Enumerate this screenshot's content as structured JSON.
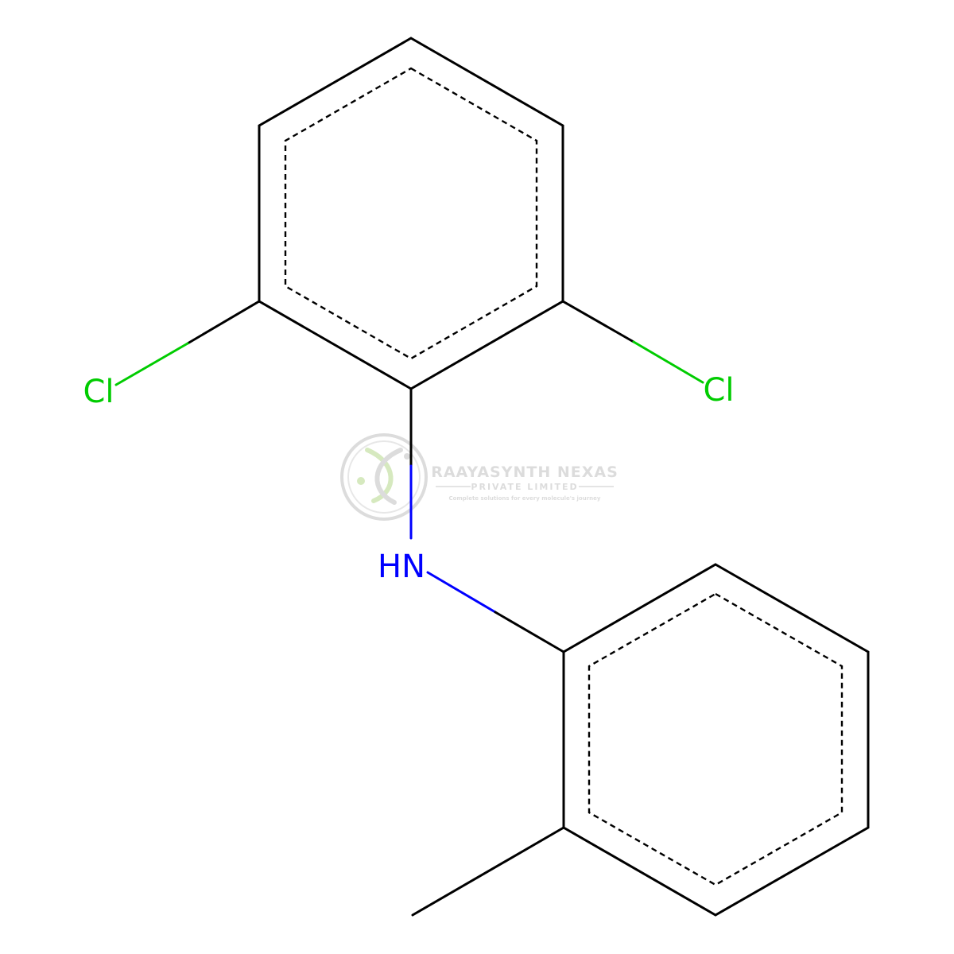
{
  "molecule": {
    "atoms": {
      "cl_left": {
        "label": "Cl",
        "color": "#00cc00"
      },
      "cl_right": {
        "label": "Cl",
        "color": "#00cc00"
      },
      "nh": {
        "label": "HN",
        "color": "#0000ff"
      }
    },
    "bond_color": "#000000"
  },
  "watermark": {
    "title": "RAAYASYNTH NEXAS",
    "subtitle": "PRIVATE LIMITED",
    "tagline": "Complete solutions for every molecule's journey",
    "color": "#9e9e9e",
    "logo_icon": "double-helix-logo-icon"
  }
}
